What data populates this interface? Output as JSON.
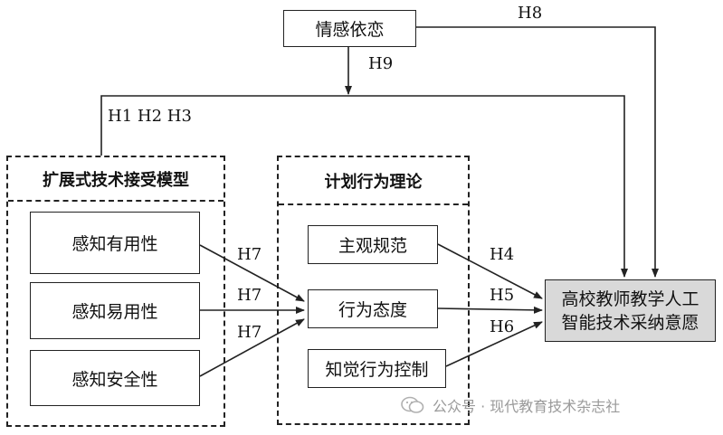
{
  "nodes": {
    "emotional_attachment": "情感依恋",
    "perceived_usefulness": "感知有用性",
    "perceived_ease_of_use": "感知易用性",
    "perceived_security": "感知安全性",
    "subjective_norm": "主观规范",
    "attitude": "行为态度",
    "perceived_behavioral_control": "知觉行为控制",
    "outcome_line1": "高校教师教学人工",
    "outcome_line2": "智能技术采纳意愿"
  },
  "groups": {
    "etam_title": "扩展式技术接受模型",
    "tpb_title": "计划行为理论"
  },
  "hypotheses": {
    "h8": "H8",
    "h9": "H9",
    "h123": "H1  H2  H3",
    "h4": "H4",
    "h5": "H5",
    "h6": "H6",
    "h7a": "H7",
    "h7b": "H7",
    "h7c": "H7"
  },
  "watermark": "公众号 · 现代教育技术杂志社",
  "colors": {
    "outcome_fill": "#d9d9d9",
    "stroke": "#222222",
    "watermark": "#9a9a9a"
  }
}
